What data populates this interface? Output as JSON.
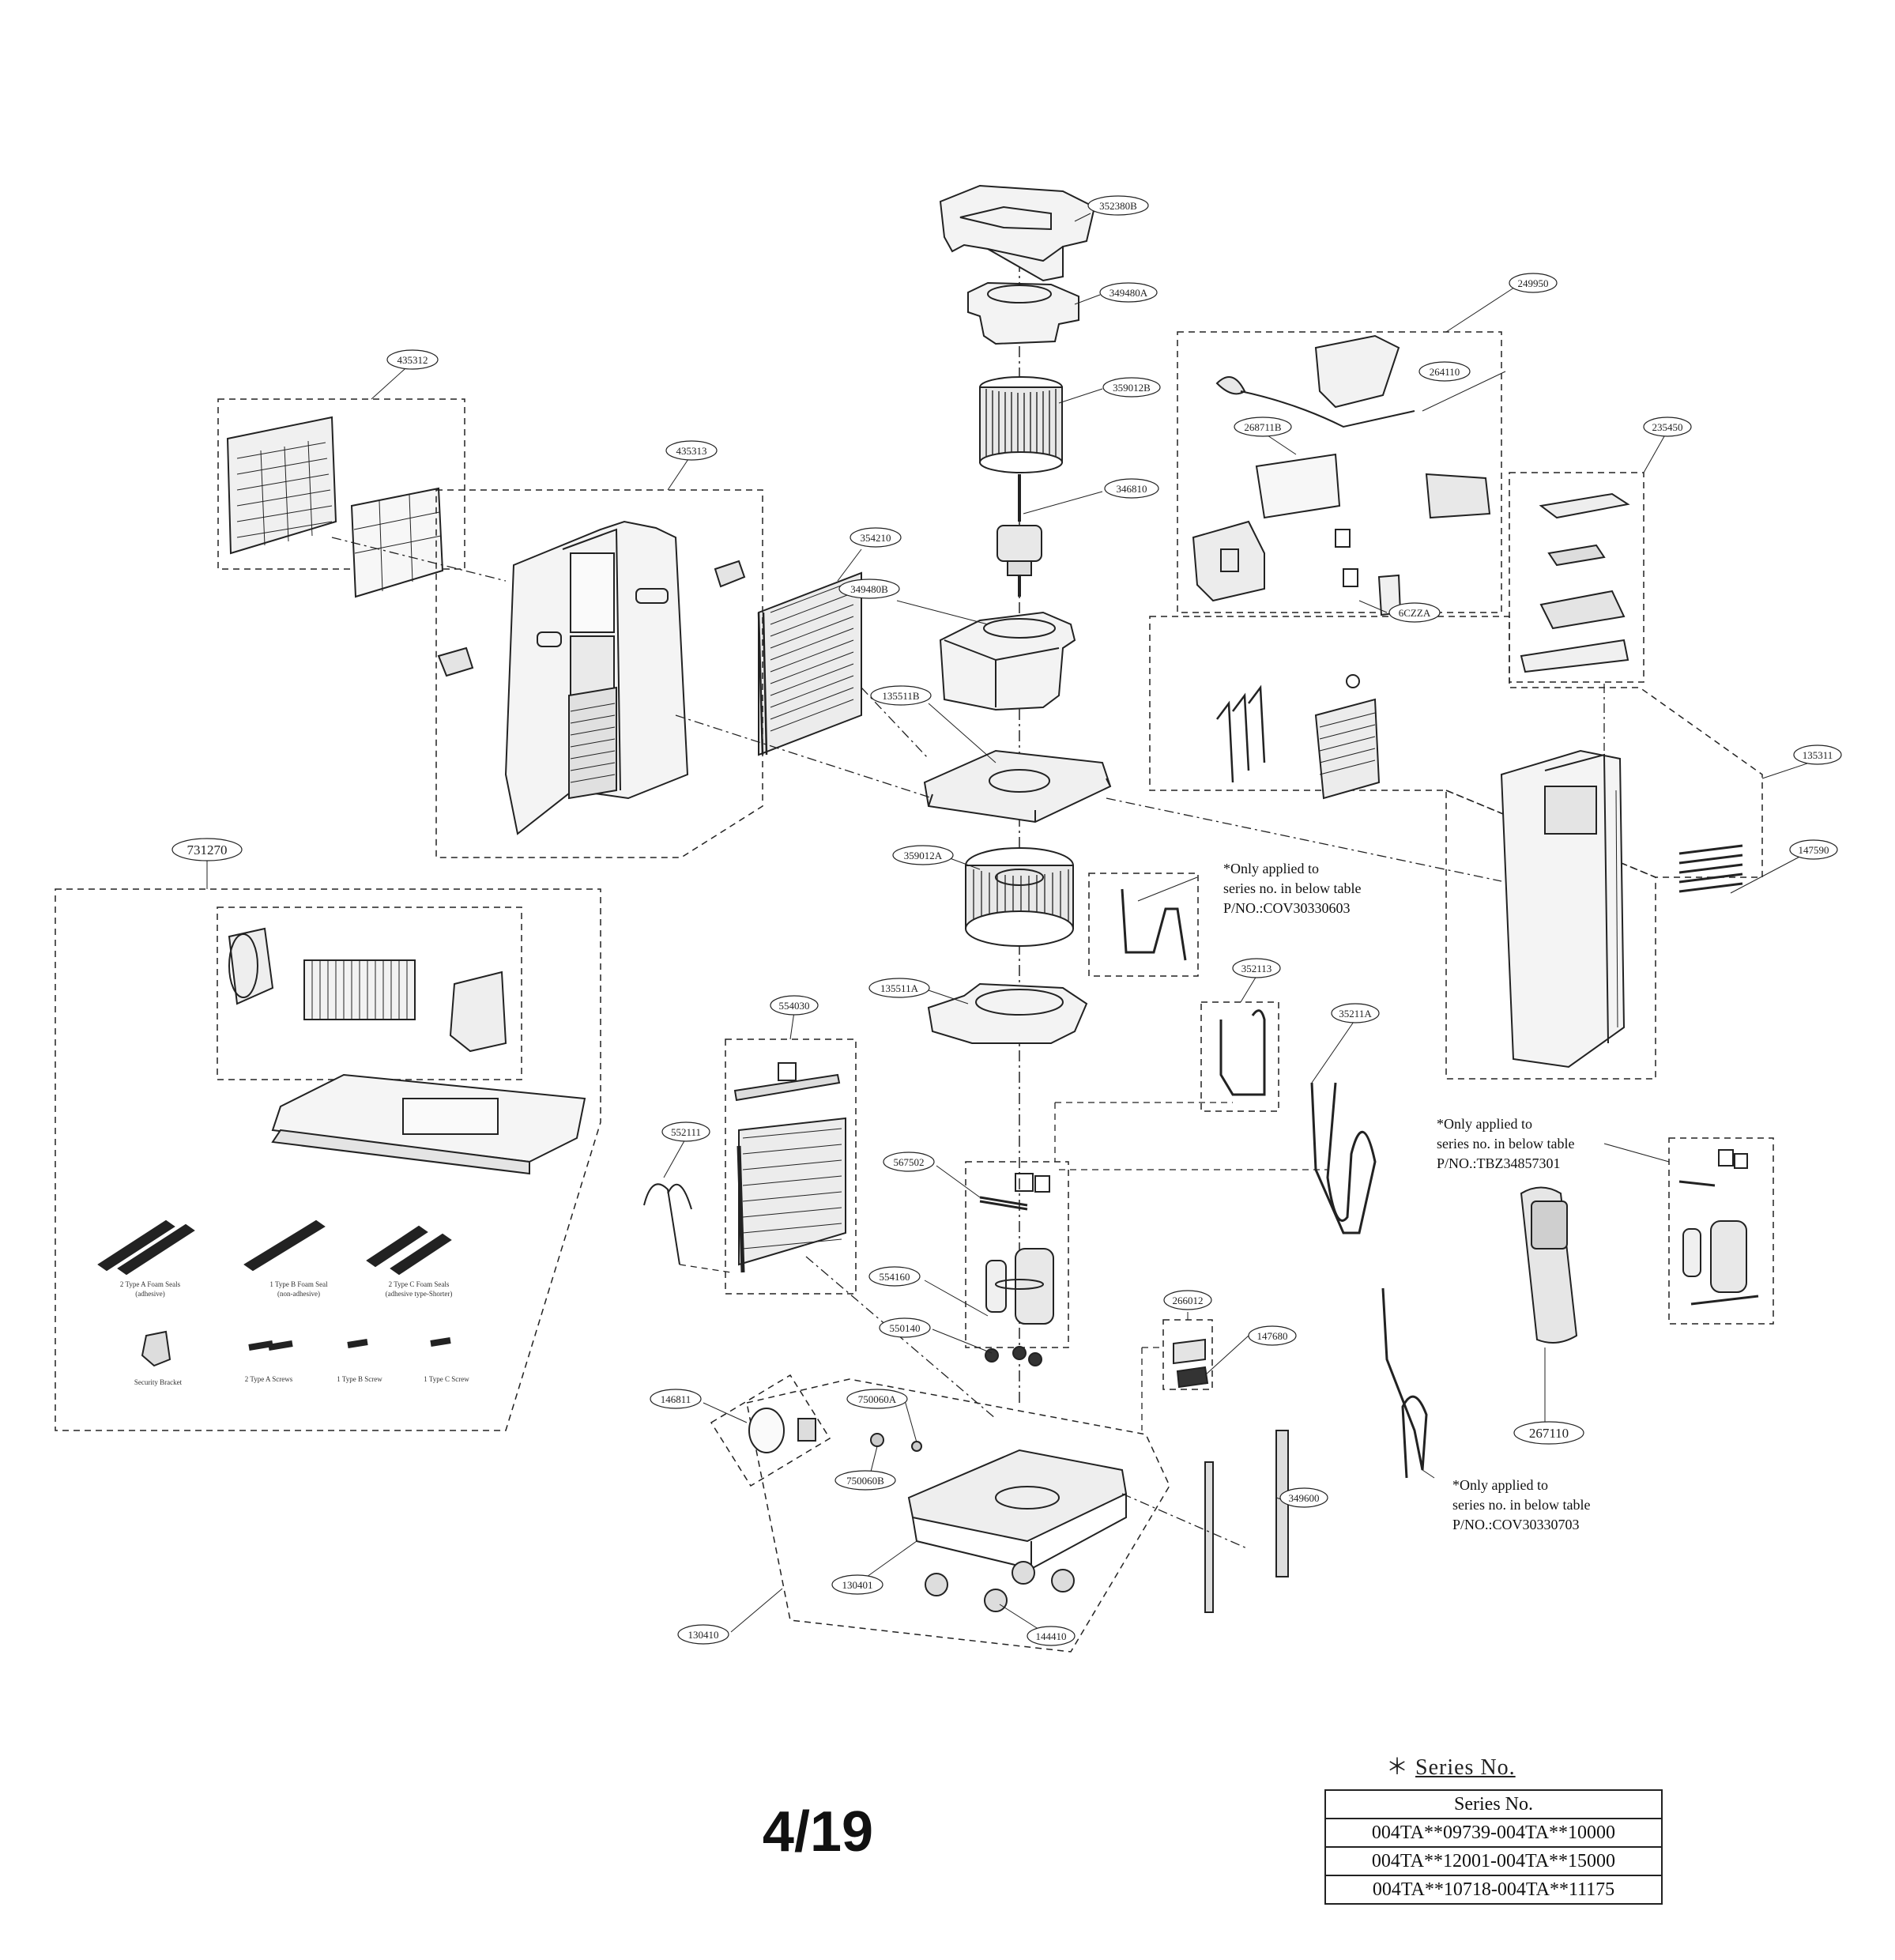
{
  "labels": {
    "l352380B": "352380B",
    "l349480A": "349480A",
    "l359012B": "359012B",
    "l346810": "346810",
    "l349480B": "349480B",
    "l354210": "354210",
    "l135511B": "135511B",
    "l359012A": "359012A",
    "l135511A": "135511A",
    "l435312": "435312",
    "l435313": "435313",
    "l731270": "731270",
    "l249950": "249950",
    "l264110": "264110",
    "l268711B": "268711B",
    "l6CZZA": "6CZZA",
    "l235450": "235450",
    "l135311": "135311",
    "l147590": "147590",
    "l352113": "352113",
    "l35211A": "35211A",
    "l554030": "554030",
    "l552111": "552111",
    "l567502": "567502",
    "l554160": "554160",
    "l550140": "550140",
    "l146811": "146811",
    "l750060A": "750060A",
    "l750060B": "750060B",
    "l130401": "130401",
    "l130410": "130410",
    "l144410": "144410",
    "l266012": "266012",
    "l147680": "147680",
    "l349600": "349600",
    "l267110": "267110"
  },
  "notes": {
    "note1": [
      "*Only applied to",
      "series no. in below table",
      "P/NO.:COV30330603"
    ],
    "note2": [
      "*Only applied to",
      "series no. in below table",
      "P/NO.:TBZ34857301"
    ],
    "note3": [
      "*Only applied to",
      "series no. in below table",
      "P/NO.:COV30330703"
    ]
  },
  "kit_items": {
    "foam_a": [
      "2 Type A Foam Seals",
      "(adhesive)"
    ],
    "foam_b": [
      "1 Type B Foam Seal",
      "(non-adhesive)"
    ],
    "foam_c": [
      "2 Type C Foam Seals",
      "(adhesive type-Shorter)"
    ],
    "bracket": "Security Bracket",
    "screw_a": "2 Type A Screws",
    "screw_b": "1 Type B Screw",
    "screw_c": "1 Type C Screw"
  },
  "page_number": "4/19",
  "series": {
    "caption_star": "＊",
    "caption": "Series No.",
    "header": "Series No.",
    "rows": [
      "004TA**09739-004TA**10000",
      "004TA**12001-004TA**15000",
      "004TA**10718-004TA**11175"
    ]
  }
}
